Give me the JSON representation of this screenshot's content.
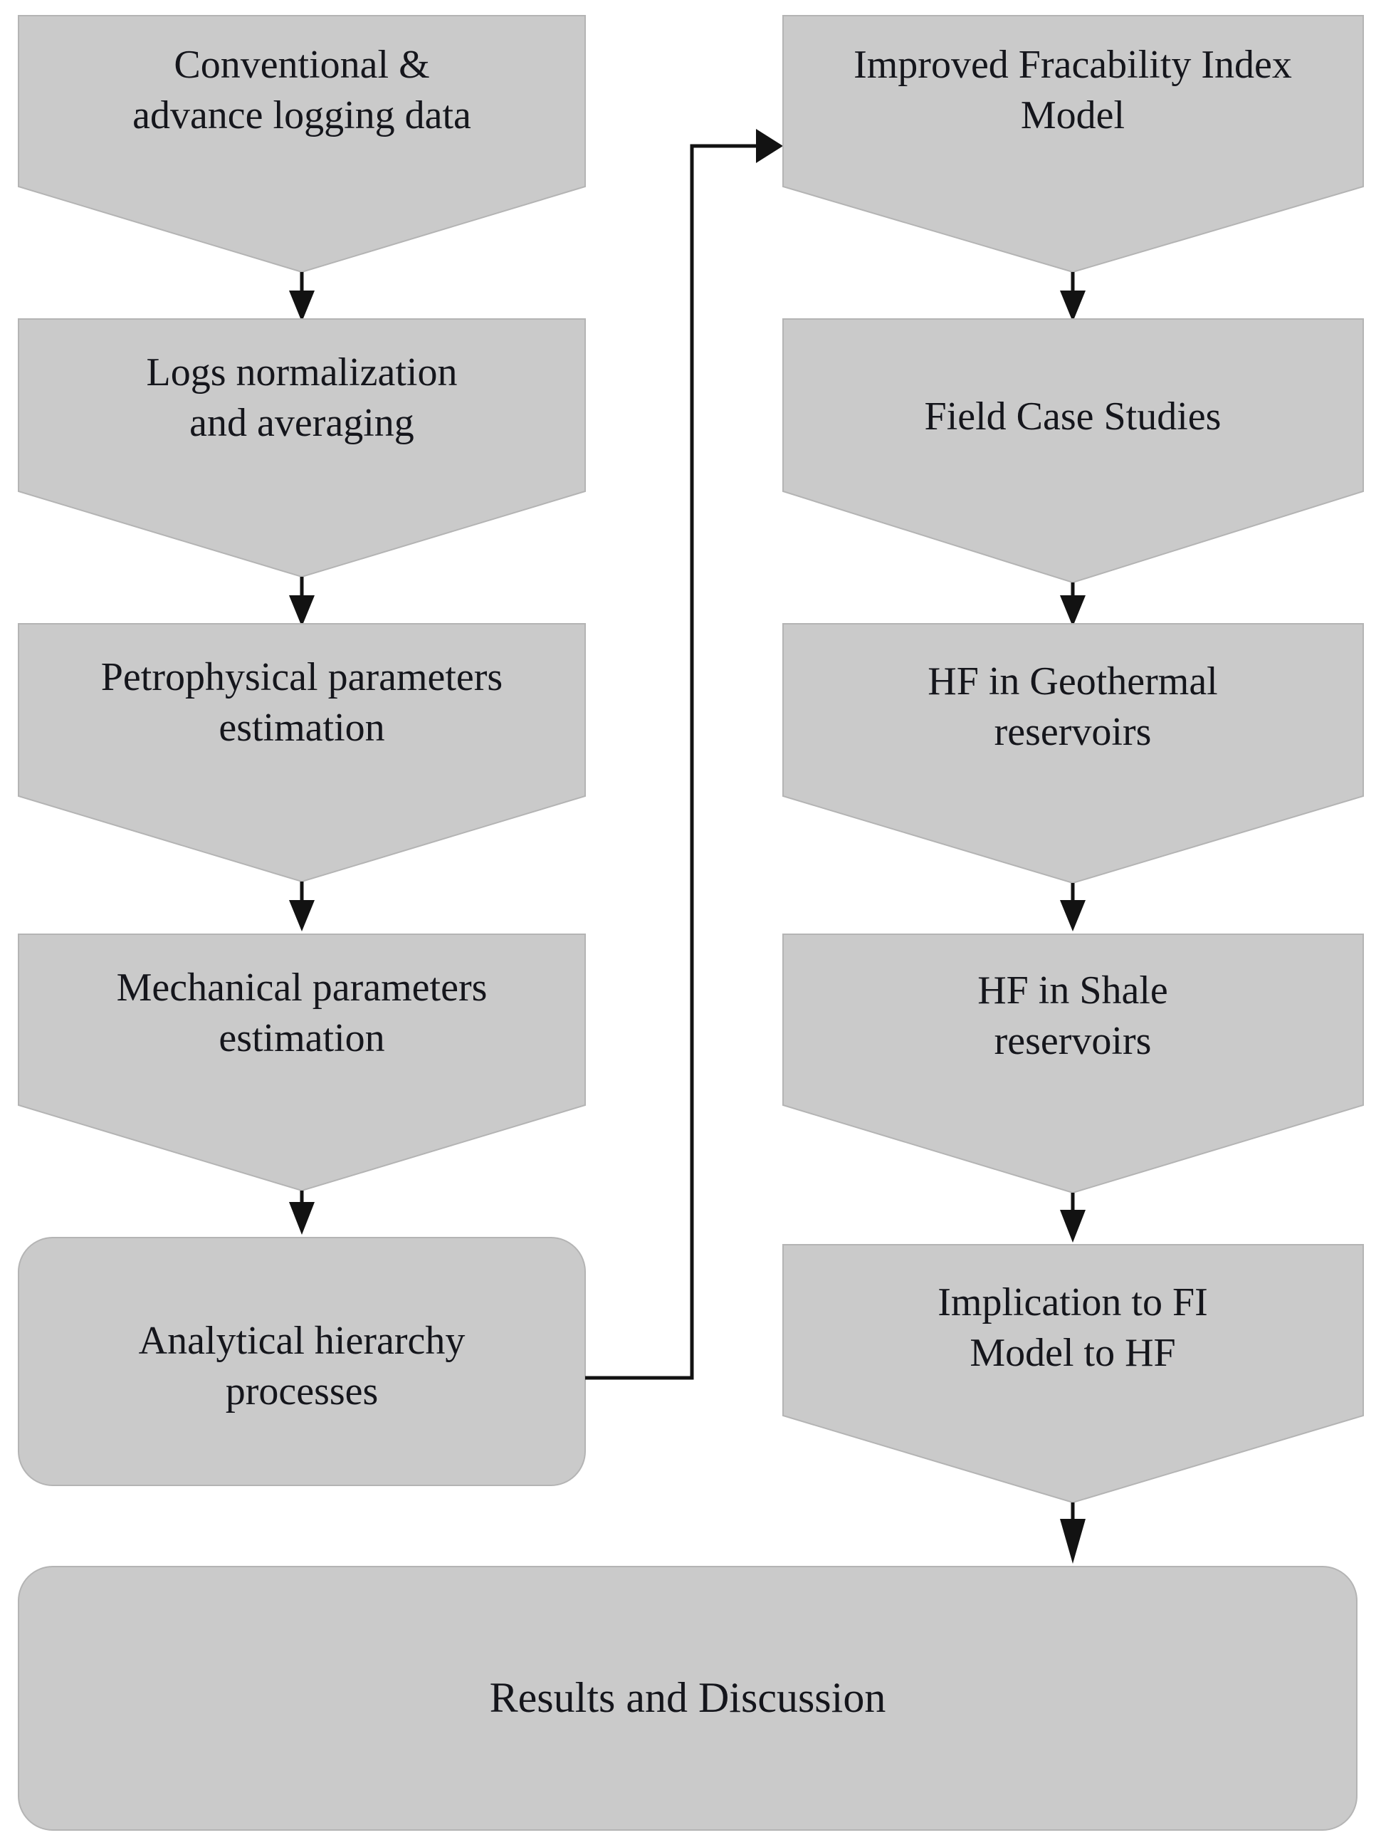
{
  "diagram": {
    "title": "Research workflow flowchart",
    "fill_color": "#cacaca",
    "border_color": "#b4b4b4",
    "connector_color": "#121212",
    "background_color": "#ffffff"
  },
  "left_column": {
    "nodes": [
      {
        "id": "conventional-advance-logging-data",
        "shape": "down-arrow-pentagon",
        "lines": [
          "Conventional &",
          "advance logging data"
        ]
      },
      {
        "id": "logs-normalization-averaging",
        "shape": "down-arrow-pentagon",
        "lines": [
          "Logs normalization",
          "and averaging"
        ]
      },
      {
        "id": "petrophysical-parameters-estimation",
        "shape": "down-arrow-pentagon",
        "lines": [
          "Petrophysical parameters",
          "estimation"
        ]
      },
      {
        "id": "mechanical-parameters-estimation",
        "shape": "down-arrow-pentagon",
        "lines": [
          "Mechanical parameters",
          "estimation"
        ]
      },
      {
        "id": "analytical-hierarchy-processes",
        "shape": "rounded-rectangle",
        "lines": [
          "Analytical hierarchy",
          "processes"
        ]
      }
    ]
  },
  "right_column": {
    "nodes": [
      {
        "id": "improved-fracability-index-model",
        "shape": "down-arrow-pentagon",
        "lines": [
          "Improved Fracability Index",
          "Model"
        ]
      },
      {
        "id": "field-case-studies",
        "shape": "down-arrow-pentagon",
        "lines": [
          "Field Case Studies"
        ]
      },
      {
        "id": "hf-in-geothermal-reservoirs",
        "shape": "down-arrow-pentagon",
        "lines": [
          "HF in Geothermal",
          "reservoirs"
        ]
      },
      {
        "id": "hf-in-shale-reservoirs",
        "shape": "down-arrow-pentagon",
        "lines": [
          "HF in Shale",
          "reservoirs"
        ]
      },
      {
        "id": "implication-to-fi-model-to-hf",
        "shape": "down-arrow-pentagon",
        "lines": [
          "Implication to FI",
          "Model to HF"
        ]
      }
    ]
  },
  "footer_node": {
    "id": "results-and-discussion",
    "shape": "rounded-rectangle",
    "lines": [
      "Results and Discussion"
    ]
  },
  "connectors": [
    {
      "id": "conv-to-logs",
      "type": "vertical-arrow",
      "from": "conventional-advance-logging-data",
      "to": "logs-normalization-averaging"
    },
    {
      "id": "logs-to-petro",
      "type": "vertical-arrow",
      "from": "logs-normalization-averaging",
      "to": "petrophysical-parameters-estimation"
    },
    {
      "id": "petro-to-mech",
      "type": "vertical-arrow",
      "from": "petrophysical-parameters-estimation",
      "to": "mechanical-parameters-estimation"
    },
    {
      "id": "mech-to-ahp",
      "type": "vertical-arrow",
      "from": "mechanical-parameters-estimation",
      "to": "analytical-hierarchy-processes"
    },
    {
      "id": "ahp-to-fi-model",
      "type": "elbow-arrow",
      "from": "analytical-hierarchy-processes",
      "to": "improved-fracability-index-model"
    },
    {
      "id": "fi-to-field",
      "type": "vertical-arrow",
      "from": "improved-fracability-index-model",
      "to": "field-case-studies"
    },
    {
      "id": "field-to-geothermal",
      "type": "vertical-arrow",
      "from": "field-case-studies",
      "to": "hf-in-geothermal-reservoirs"
    },
    {
      "id": "geothermal-to-shale",
      "type": "vertical-arrow",
      "from": "hf-in-geothermal-reservoirs",
      "to": "hf-in-shale-reservoirs"
    },
    {
      "id": "shale-to-implication",
      "type": "vertical-arrow",
      "from": "hf-in-shale-reservoirs",
      "to": "implication-to-fi-model-to-hf"
    },
    {
      "id": "implication-to-results",
      "type": "vertical-arrow",
      "from": "implication-to-fi-model-to-hf",
      "to": "results-and-discussion"
    }
  ]
}
